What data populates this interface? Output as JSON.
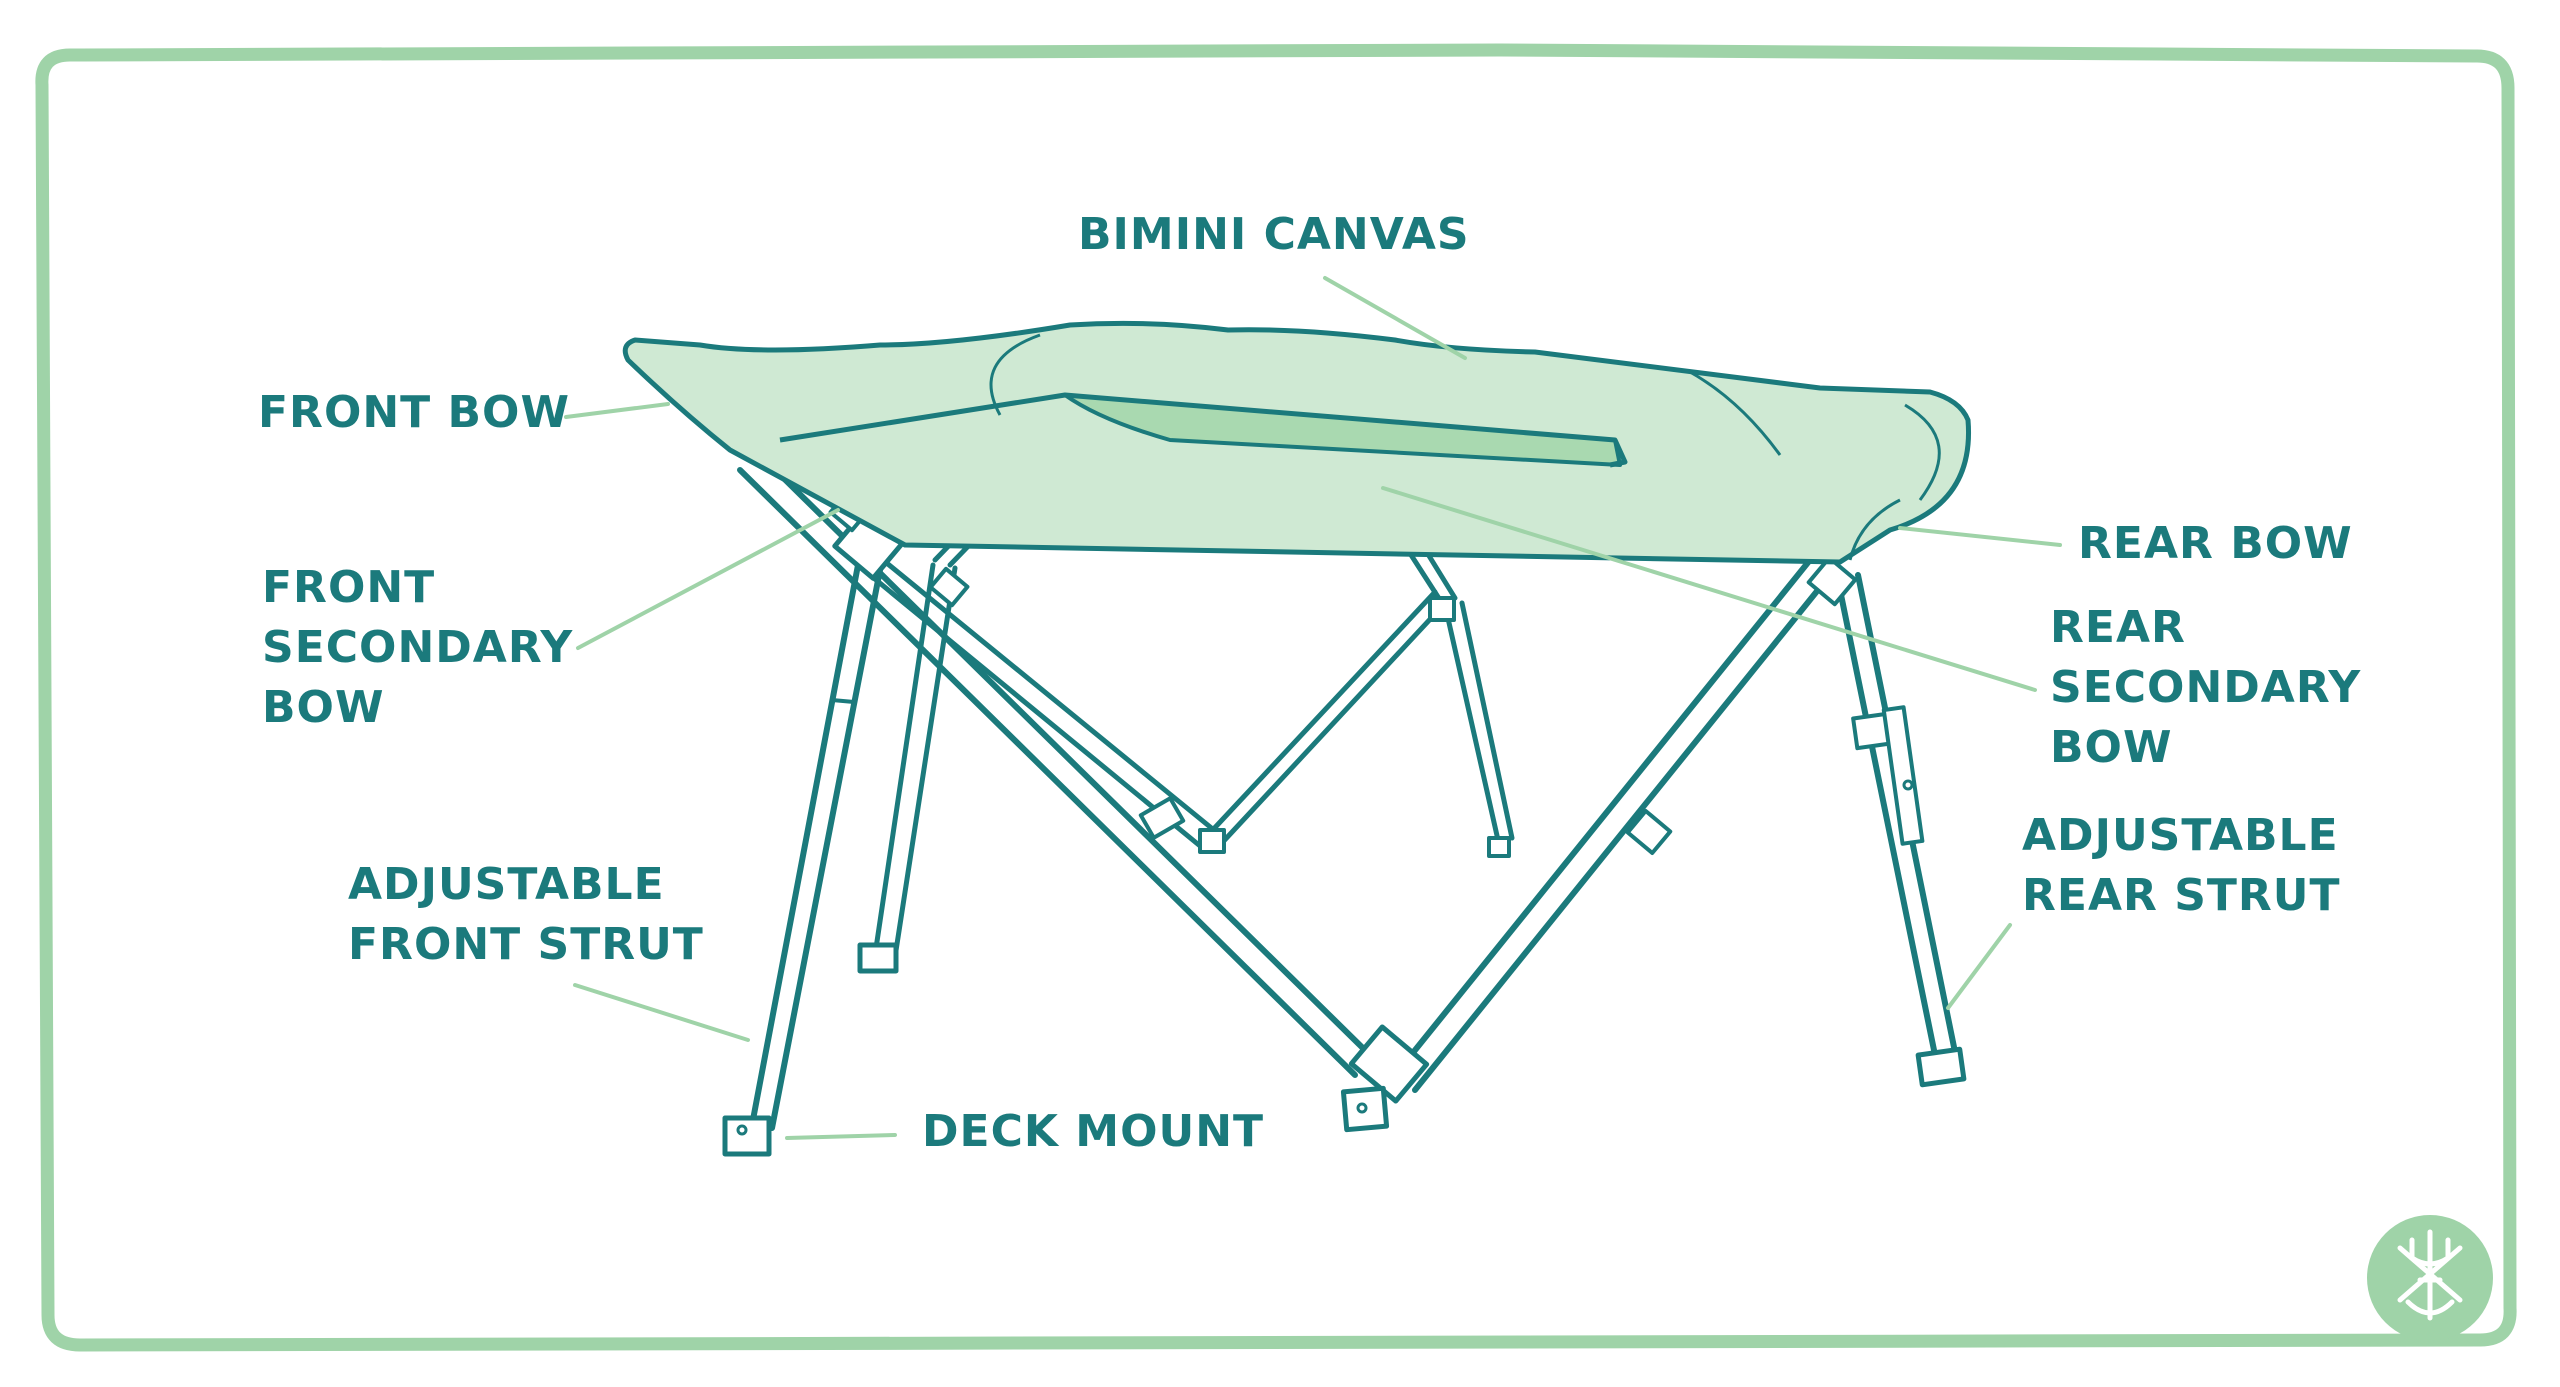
{
  "colors": {
    "frame": "#9fd3a8",
    "ink": "#1b7a7c",
    "canvas_fill": "#cfe9d3",
    "canvas_shade": "#a9d9b0",
    "leader": "#9fd3a8",
    "badge": "#9fd3a8",
    "badge_icon": "#ffffff"
  },
  "labels": {
    "bimini_canvas": [
      "BIMINI CANVAS"
    ],
    "front_bow": [
      "FRONT BOW"
    ],
    "front_secondary_bow": [
      "FRONT",
      "SECONDARY",
      "BOW"
    ],
    "adjustable_front_strut": [
      "ADJUSTABLE",
      "FRONT STRUT"
    ],
    "deck_mount": [
      "DECK MOUNT"
    ],
    "rear_bow": [
      "REAR BOW"
    ],
    "rear_secondary_bow": [
      "REAR",
      "SECONDARY",
      "BOW"
    ],
    "adjustable_rear_strut": [
      "ADJUSTABLE",
      "REAR STRUT"
    ]
  },
  "logo": {
    "icon": "trident-anchor-icon"
  }
}
